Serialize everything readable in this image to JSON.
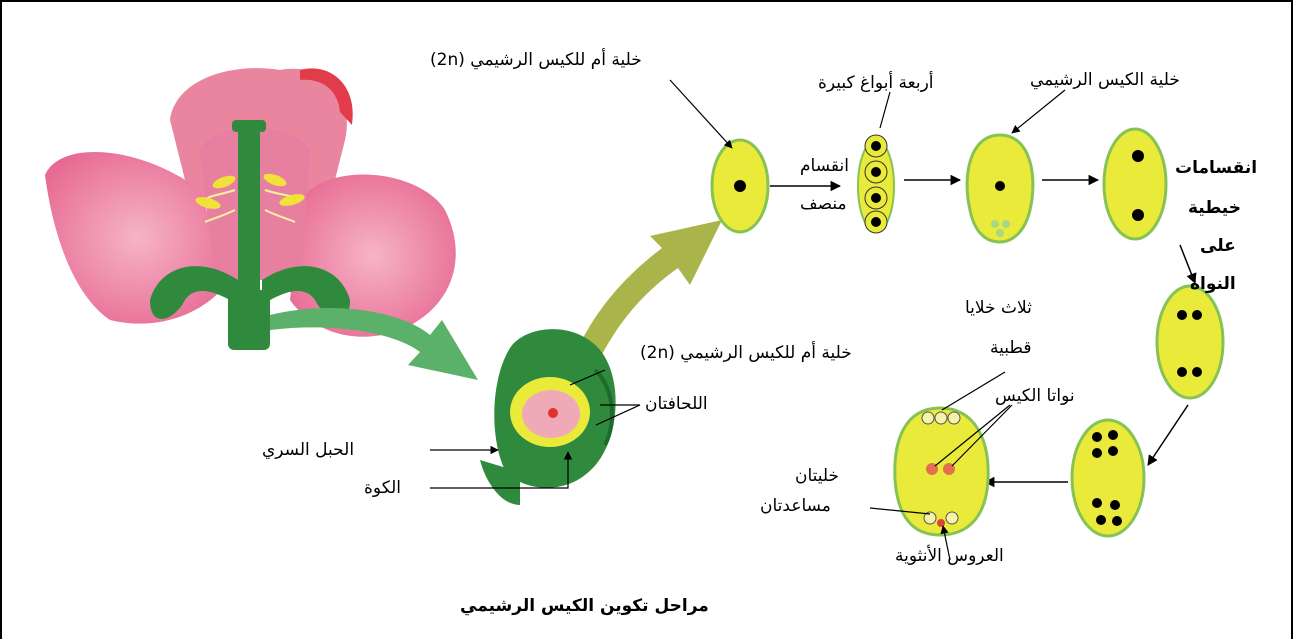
{
  "title": "مراحل تكوين الكيس الرشيمي",
  "labels": {
    "megaspore_mother_top": "خلية أم للكيس الرشيمي (2n)",
    "meiosis_1": "انقسام",
    "meiosis_2": "منصف",
    "four_spores": "أربعة أبواغ كبيرة",
    "embryo_sac_cell": "خلية الكيس الرشيمي",
    "mitotic_1": "انقسامات",
    "mitotic_2": "خيطية",
    "mitotic_3": "على",
    "mitotic_4": "النواة",
    "three_cells_1": "ثلاث خلايا",
    "three_cells_2": "قطبية",
    "megaspore_mother_ovule": "خلية أم للكيس الرشيمي (2n)",
    "integuments": "اللحافتان",
    "polar_nuclei": "نواتا الكيس",
    "synergids_1": "خليتان",
    "synergids_2": "مساعدتان",
    "egg": "العروس الأنثوية",
    "funiculus": "الحبل السري",
    "micropyle": "الكوة"
  },
  "colors": {
    "petal": "#e8789a",
    "petal_dark": "#e23c4a",
    "green": "#2f8a3e",
    "cell_fill": "#eaea3a",
    "cell_rim": "#86c254",
    "nucleus": "#000000",
    "arrow_big_1": "#5bb06a",
    "arrow_big_2": "#a9b44a"
  }
}
